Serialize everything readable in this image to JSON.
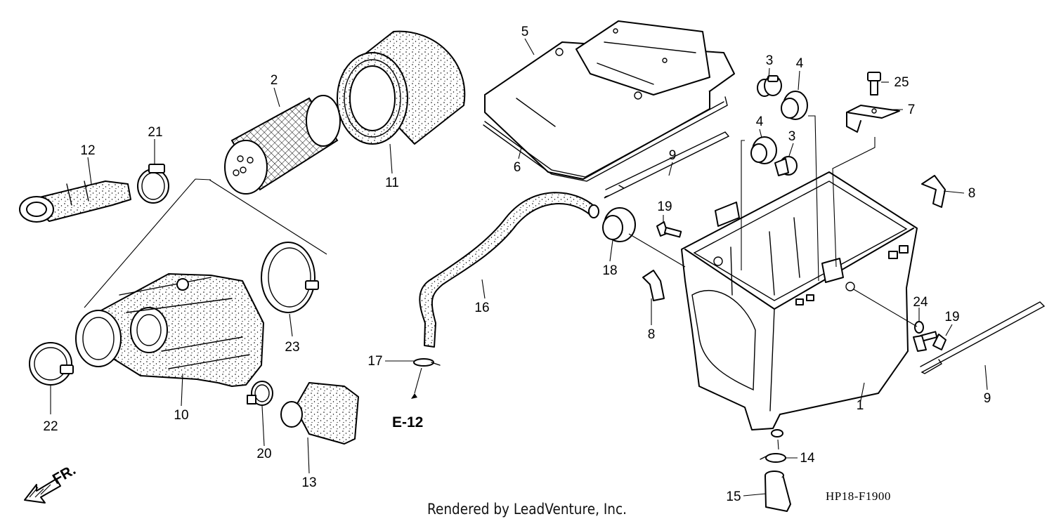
{
  "diagram": {
    "reference_code": "HP18-F1900",
    "cross_reference": "E-12",
    "direction_label": "FR.",
    "credit": "Rendered by LeadVenture, Inc.",
    "callouts": [
      "1",
      "2",
      "3",
      "3",
      "4",
      "4",
      "5",
      "6",
      "7",
      "8",
      "8",
      "9",
      "9",
      "10",
      "11",
      "12",
      "13",
      "14",
      "15",
      "16",
      "17",
      "18",
      "19",
      "19",
      "20",
      "21",
      "22",
      "23",
      "24",
      "25"
    ]
  }
}
